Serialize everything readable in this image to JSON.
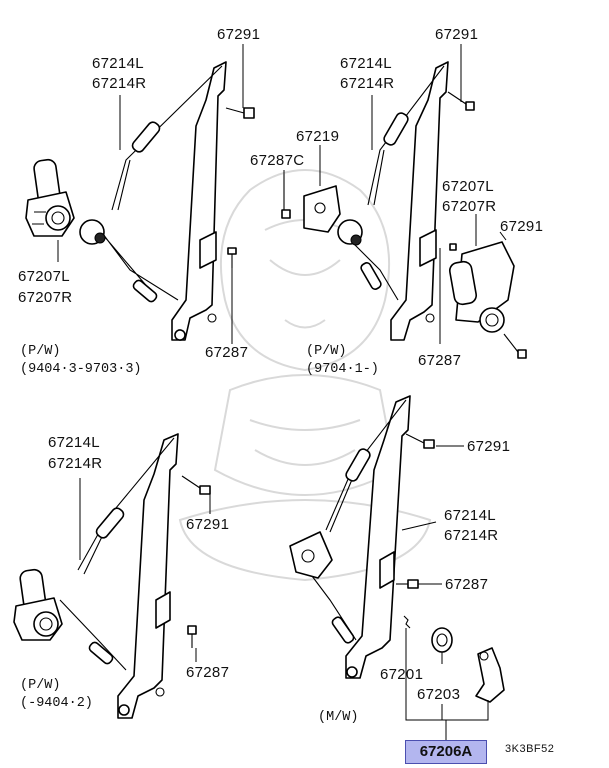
{
  "diagram": {
    "part_number_highlight": "67206A",
    "figure_code": "3K3BF52",
    "groups": [
      {
        "id": "top-left",
        "note_lines": [
          "(P/W)",
          "(9404·3-9703·3)"
        ],
        "labels": {
          "regulator_l": "67214L",
          "regulator_r": "67214R",
          "bolt_top": "67291",
          "motor_l": "67207L",
          "motor_r": "67207R",
          "bolt_bottom": "67287"
        }
      },
      {
        "id": "top-right",
        "note_lines": [
          "(P/W)",
          "(9704·1-)"
        ],
        "labels": {
          "regulator_l": "67214L",
          "regulator_r": "67214R",
          "bolt_top": "67291",
          "plate": "67219",
          "screw": "67287C",
          "motor_l": "67207L",
          "motor_r": "67207R",
          "bolt_motor": "67291",
          "bolt_bottom": "67287"
        }
      },
      {
        "id": "bottom-left",
        "note_lines": [
          "(P/W)",
          "(-9404·2)"
        ],
        "labels": {
          "regulator_l": "67214L",
          "regulator_r": "67214R",
          "bolt_top": "67291",
          "bolt_bottom": "67287"
        }
      },
      {
        "id": "bottom-right",
        "note_lines": [
          "(M/W)"
        ],
        "labels": {
          "bolt_top": "67291",
          "regulator_l": "67214L",
          "regulator_r": "67214R",
          "bolt_bottom": "67287",
          "clip": "67201",
          "escutcheon": "67203"
        }
      }
    ]
  }
}
